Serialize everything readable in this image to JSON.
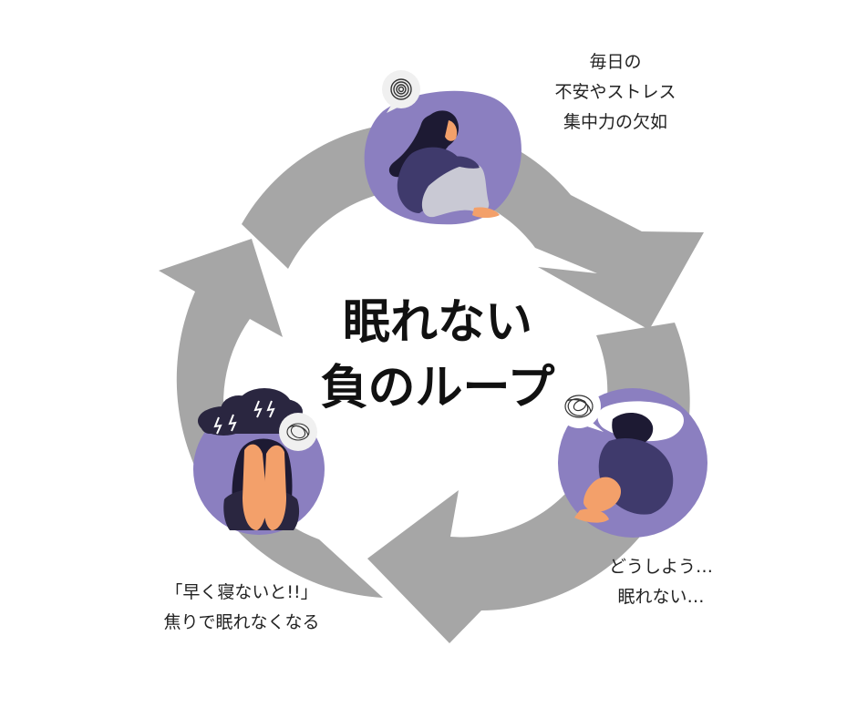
{
  "title": {
    "line1": "眠れない",
    "line2": "負のループ"
  },
  "captions": {
    "top": [
      "毎日の",
      "不安やストレス",
      "集中力の欠如"
    ],
    "right": [
      "どうしよう…",
      "眠れない…"
    ],
    "left": [
      "「早く寝ないと!!」",
      "焦りで眠れなくなる"
    ]
  },
  "colors": {
    "arrow": "#a6a6a6",
    "blob": "#8b7fc0",
    "skin": "#f3a06a",
    "hair": "#1d1a33",
    "clothing": "#3f3a6c"
  },
  "icons": [
    "swirl-thought-icon",
    "storm-cloud-icon",
    "lightning-icon"
  ]
}
